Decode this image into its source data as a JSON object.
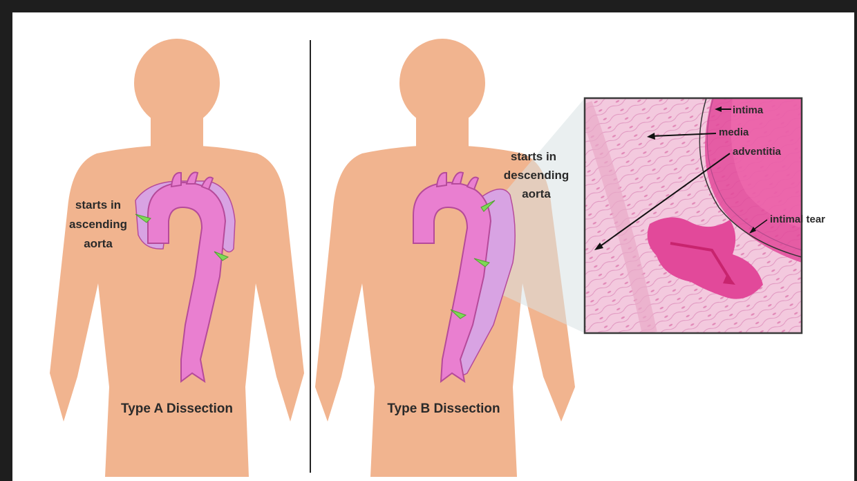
{
  "colors": {
    "frame": "#1e1e1e",
    "panel": "#ffffff",
    "skin": "#f1b48f",
    "aorta": "#e97fd0",
    "aorta_edge": "#b54a9a",
    "false_lumen": "#d8a3e3",
    "flow_arrow": "#7ed957",
    "tissue": "#f3c9de",
    "tissue_dark": "#e2499a",
    "inset_border": "#3a3a3a",
    "divider": "#222222"
  },
  "panels": {
    "type_a": {
      "caption": "Type A Dissection",
      "note": [
        "starts in",
        "ascending",
        "aorta"
      ]
    },
    "type_b": {
      "caption": "Type B Dissection",
      "note": [
        "starts in",
        "descending",
        "aorta"
      ]
    }
  },
  "inset": {
    "labels": {
      "intima": "intima",
      "media": "media",
      "adventitia": "adventitia",
      "intimal_tear": "intimal tear"
    }
  }
}
